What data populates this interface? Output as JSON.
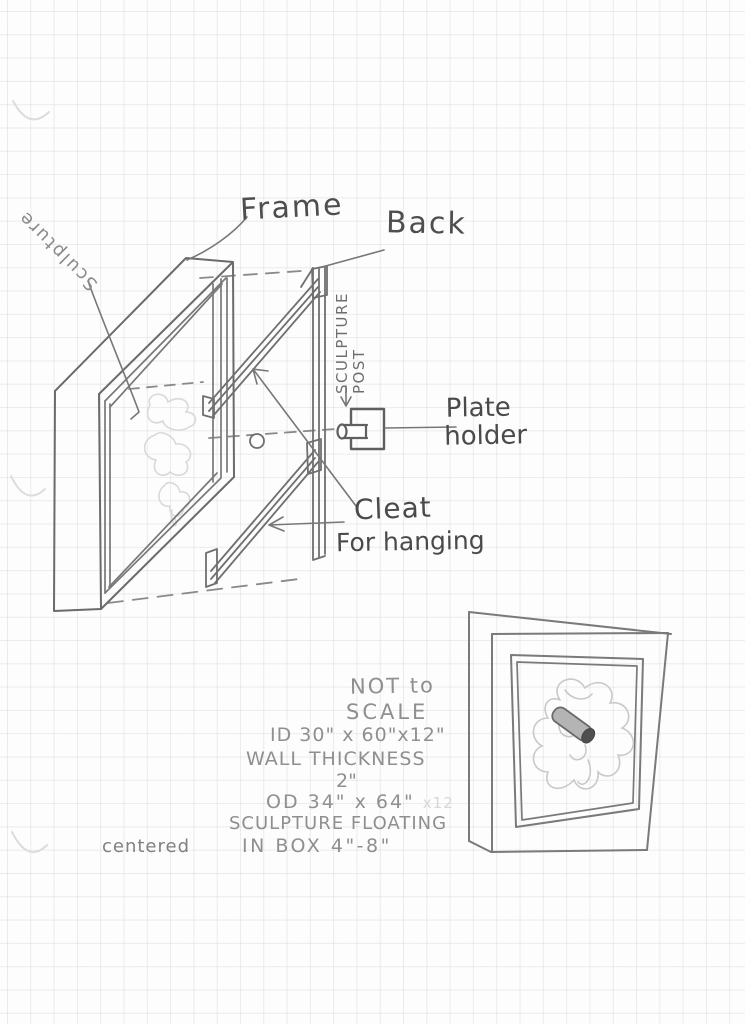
{
  "palette": {
    "paper": "#fdfdfd",
    "grid_line": "#e8e6ea",
    "pencil_dark": "#4f4f4f",
    "pencil_medium": "#8f8f8f",
    "pencil_faint": "#d8d8d8"
  },
  "drawing": {
    "labels": {
      "sculpture": "Sculpture",
      "frame": "Frame",
      "back": "Back",
      "sculpture_post": [
        "SCULPTURE",
        "POST"
      ],
      "plate_holder": [
        "Plate",
        "holder"
      ],
      "cleat": [
        "Cleat",
        "For hanging"
      ]
    },
    "notes": {
      "scale": [
        "NOT to",
        "SCALE"
      ],
      "inner_dimensions": "ID  30\" x 60\"x12\"",
      "wall_thickness_label": "WALL THICKNESS",
      "wall_thickness_value": "2\"",
      "outer_dimensions": "OD  34\" x 64\"",
      "outer_dimensions_faint": "x12",
      "floating": "SCULPTURE FLOATING",
      "centered": "centered",
      "in_box": "IN BOX  4\"-8\""
    }
  }
}
